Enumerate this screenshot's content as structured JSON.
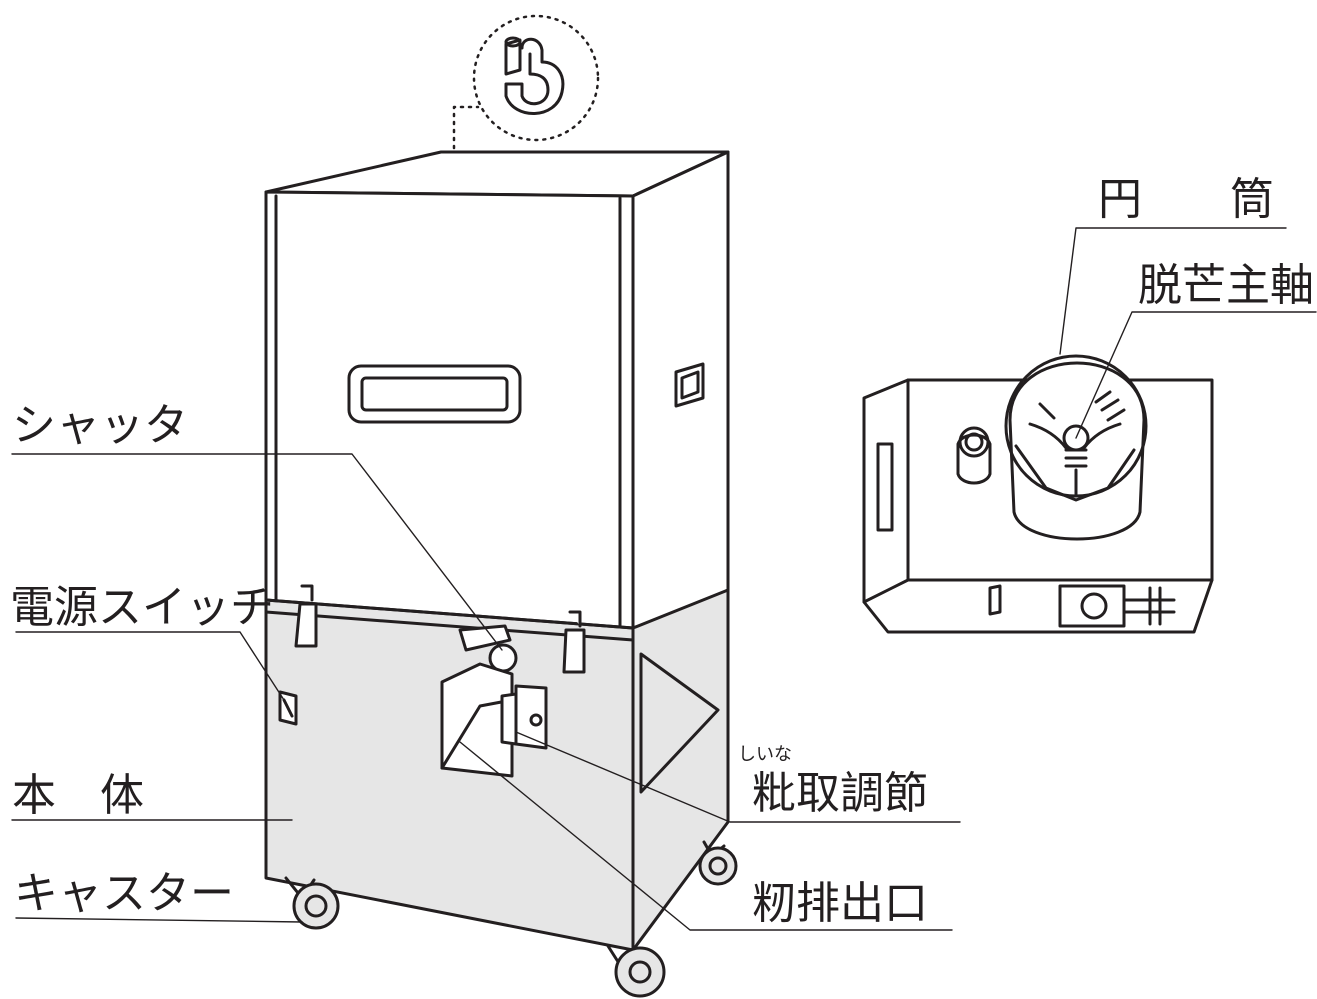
{
  "labels": {
    "shutter": "シャッタ",
    "power_switch": "電源スイッチ",
    "body": "本　体",
    "caster": "キャスター",
    "cylinder": "円　　筒",
    "deawning_shaft": "脱芒主軸",
    "shiina_furigana": "しいな",
    "shiina_adjust": "粃取調節",
    "husk_outlet": "籾排出口"
  },
  "colors": {
    "line": "#231f20",
    "body_fill": "#e6e6e6",
    "background": "#ffffff"
  }
}
